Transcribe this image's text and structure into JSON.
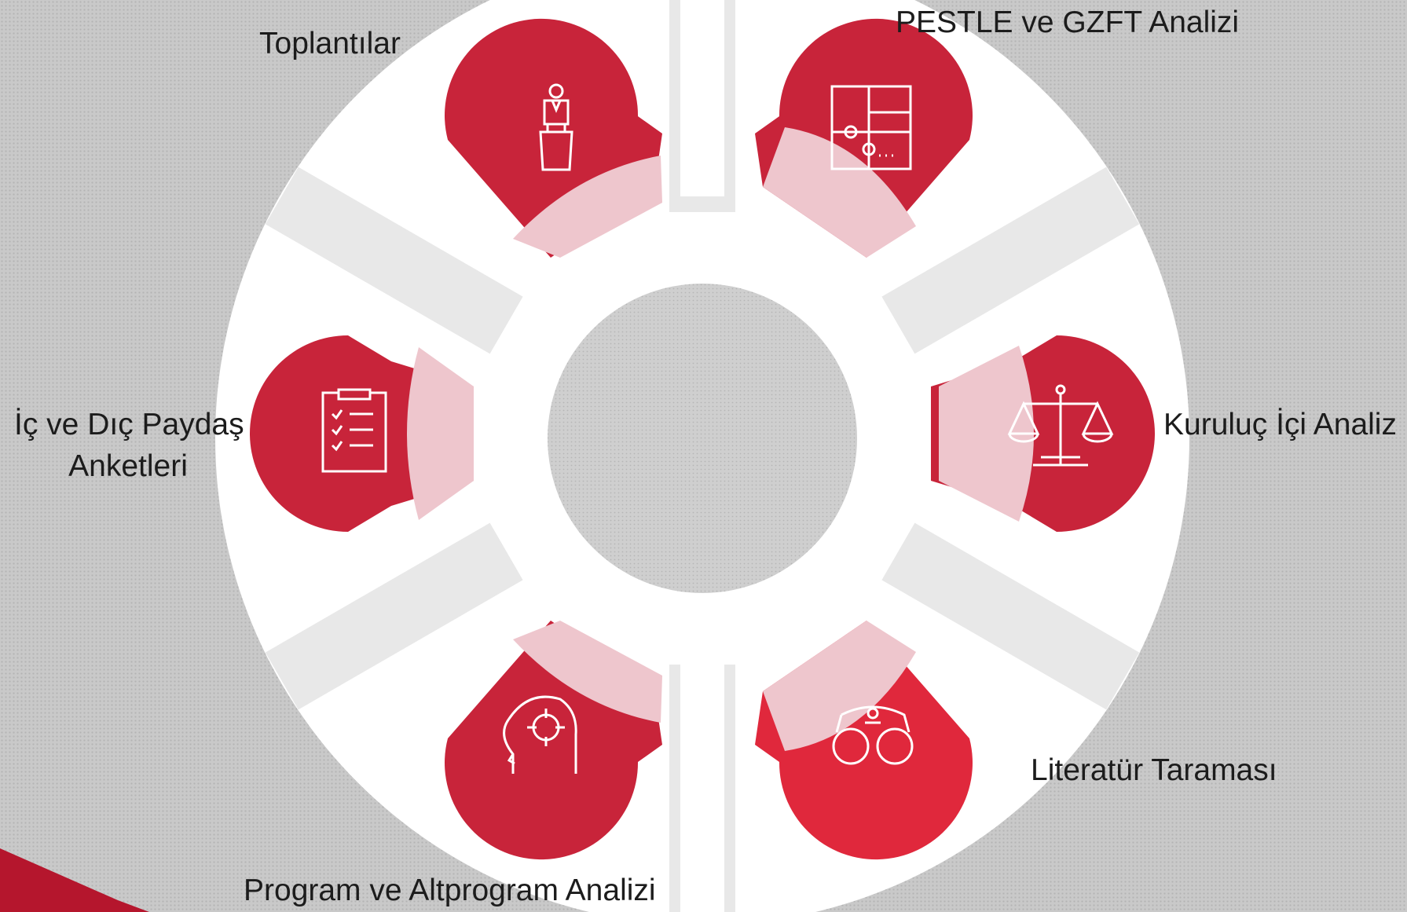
{
  "colors": {
    "background": "#c9c9c9",
    "ring": "#ffffff",
    "petal_red": "#c8243a",
    "petal_red_light": "#e0283c",
    "petal_overlay": "#eec6cd",
    "hub": "#cfcfcf",
    "text": "#1c1c1c"
  },
  "title": "",
  "steps": [
    {
      "id": "toplantilar",
      "label": "Toplantılar",
      "icon": "speaker-podium-icon"
    },
    {
      "id": "pestle",
      "label": "PESTLE ve GZFT Analizi",
      "icon": "puzzle-icon"
    },
    {
      "id": "kurulus",
      "label": "Kuruluç İçi Analiz",
      "icon": "scales-icon"
    },
    {
      "id": "literatur",
      "label": "Literatür Taraması",
      "icon": "binoculars-icon"
    },
    {
      "id": "program",
      "label": "Program ve Altprogram Analizi",
      "icon": "head-target-icon"
    },
    {
      "id": "paydas",
      "label_line1": "İç ve Dıç Paydaş",
      "label_line2": "Anketleri",
      "icon": "checklist-clipboard-icon"
    }
  ]
}
